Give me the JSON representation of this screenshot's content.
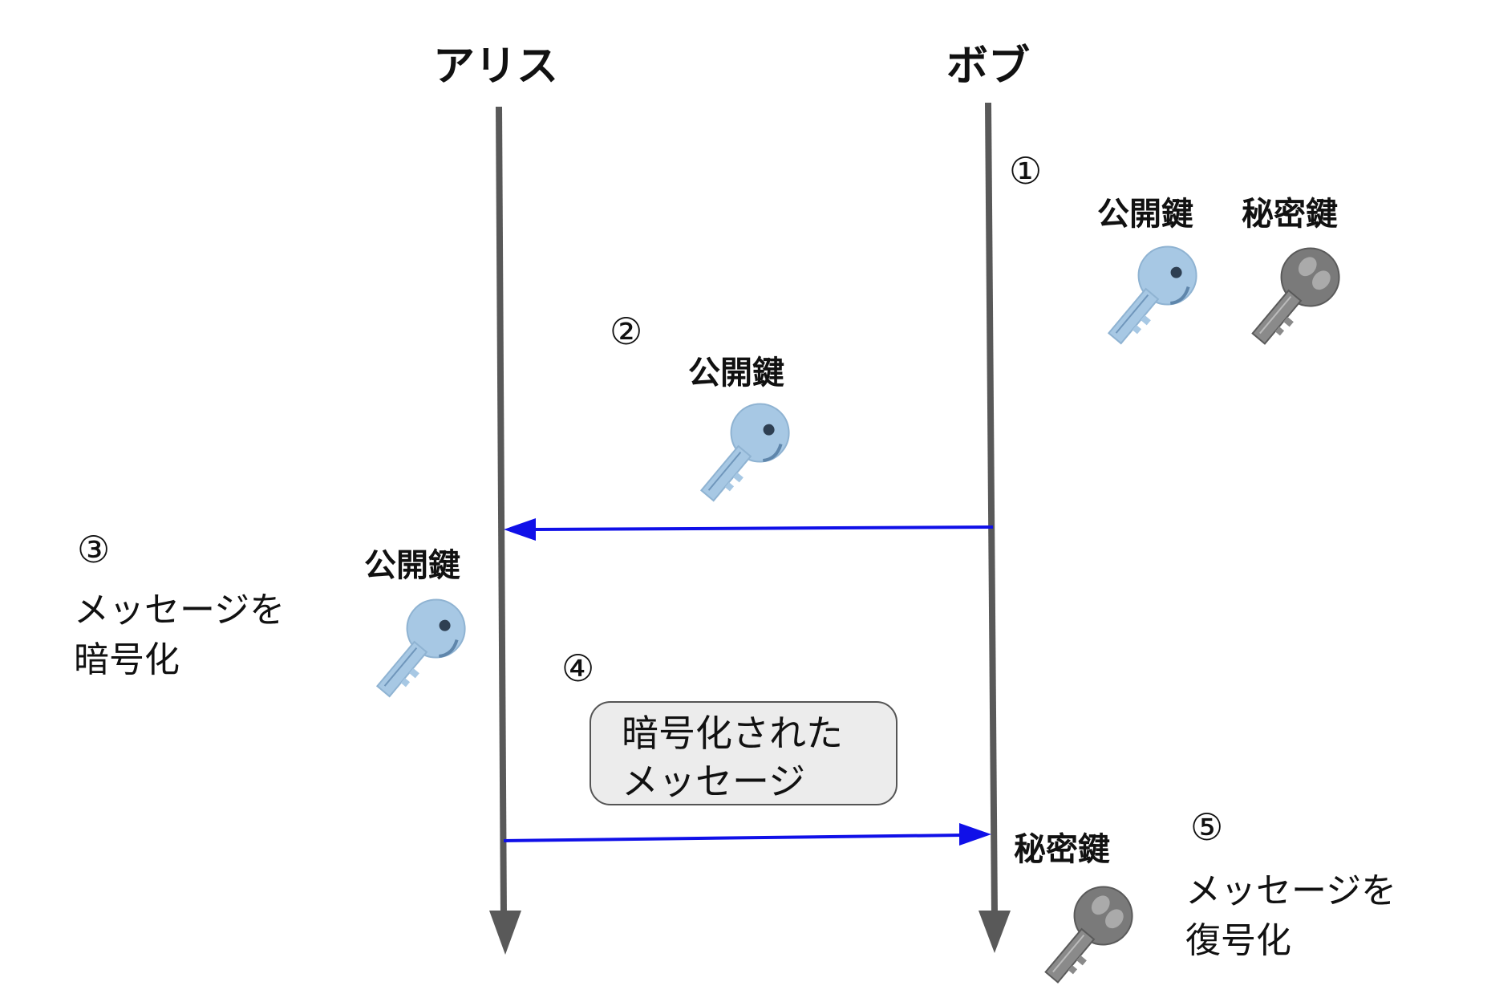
{
  "actors": {
    "alice": "アリス",
    "bob": "ボブ"
  },
  "steps": {
    "s1": {
      "number": "①",
      "public_key_label": "公開鍵",
      "private_key_label": "秘密鍵"
    },
    "s2": {
      "number": "②",
      "public_key_label": "公開鍵"
    },
    "s3": {
      "number": "③",
      "public_key_label": "公開鍵",
      "description_line1": "メッセージを",
      "description_line2": "暗号化"
    },
    "s4": {
      "number": "④",
      "message_line1": "暗号化された",
      "message_line2": "メッセージ"
    },
    "s5": {
      "number": "⑤",
      "private_key_label": "秘密鍵",
      "description_line1": "メッセージを",
      "description_line2": "復号化"
    }
  },
  "icons": {
    "public_key": "light-blue-key-icon",
    "private_key": "gray-key-icon"
  },
  "colors": {
    "lifeline": "#595959",
    "arrow": "#1010e8",
    "public_key": "#a7c8e4",
    "private_key": "#7a7a7a",
    "message_box_fill": "#ececec"
  }
}
